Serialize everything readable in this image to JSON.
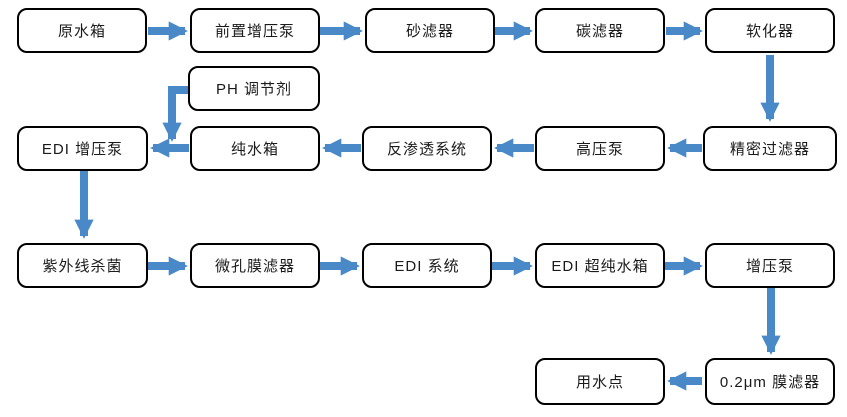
{
  "diagram": {
    "type": "flowchart",
    "description": "Ultrapure water treatment process flow",
    "orientation": "serpentine"
  },
  "colors": {
    "arrow": "#4A89C7",
    "box_border": "#000000",
    "box_fill": "#FFFFFF",
    "text": "#1A1A1A"
  },
  "nodes": [
    {
      "id": "raw-water-tank",
      "label": "原水箱"
    },
    {
      "id": "pre-booster-pump",
      "label": "前置增压泵"
    },
    {
      "id": "sand-filter",
      "label": "砂滤器"
    },
    {
      "id": "carbon-filter",
      "label": "碳滤器"
    },
    {
      "id": "softener",
      "label": "软化器"
    },
    {
      "id": "ph-adjuster",
      "label": "PH 调节剂"
    },
    {
      "id": "edi-booster-pump",
      "label": "EDI 增压泵"
    },
    {
      "id": "pure-water-tank",
      "label": "纯水箱"
    },
    {
      "id": "ro-system",
      "label": "反渗透系统"
    },
    {
      "id": "high-pressure-pump",
      "label": "高压泵"
    },
    {
      "id": "precision-filter",
      "label": "精密过滤器"
    },
    {
      "id": "uv-sterilizer",
      "label": "紫外线杀菌"
    },
    {
      "id": "micro-membrane-filter",
      "label": "微孔膜滤器"
    },
    {
      "id": "edi-system",
      "label": "EDI 系统"
    },
    {
      "id": "edi-ultrapure-tank",
      "label": "EDI 超纯水箱"
    },
    {
      "id": "booster-pump",
      "label": "增压泵"
    },
    {
      "id": "point-of-use",
      "label": "用水点"
    },
    {
      "id": "membrane-filter-0-2um",
      "label": "0.2μm 膜滤器"
    }
  ],
  "edges": [
    {
      "from": "raw-water-tank",
      "to": "pre-booster-pump"
    },
    {
      "from": "pre-booster-pump",
      "to": "sand-filter"
    },
    {
      "from": "sand-filter",
      "to": "carbon-filter"
    },
    {
      "from": "carbon-filter",
      "to": "softener"
    },
    {
      "from": "softener",
      "to": "precision-filter"
    },
    {
      "from": "precision-filter",
      "to": "high-pressure-pump"
    },
    {
      "from": "high-pressure-pump",
      "to": "ro-system"
    },
    {
      "from": "ro-system",
      "to": "pure-water-tank"
    },
    {
      "from": "pure-water-tank",
      "to": "edi-booster-pump"
    },
    {
      "from": "ph-adjuster",
      "to": "edi-booster-pump"
    },
    {
      "from": "edi-booster-pump",
      "to": "uv-sterilizer"
    },
    {
      "from": "uv-sterilizer",
      "to": "micro-membrane-filter"
    },
    {
      "from": "micro-membrane-filter",
      "to": "edi-system"
    },
    {
      "from": "edi-system",
      "to": "edi-ultrapure-tank"
    },
    {
      "from": "edi-ultrapure-tank",
      "to": "booster-pump"
    },
    {
      "from": "booster-pump",
      "to": "membrane-filter-0-2um"
    },
    {
      "from": "membrane-filter-0-2um",
      "to": "point-of-use"
    }
  ]
}
